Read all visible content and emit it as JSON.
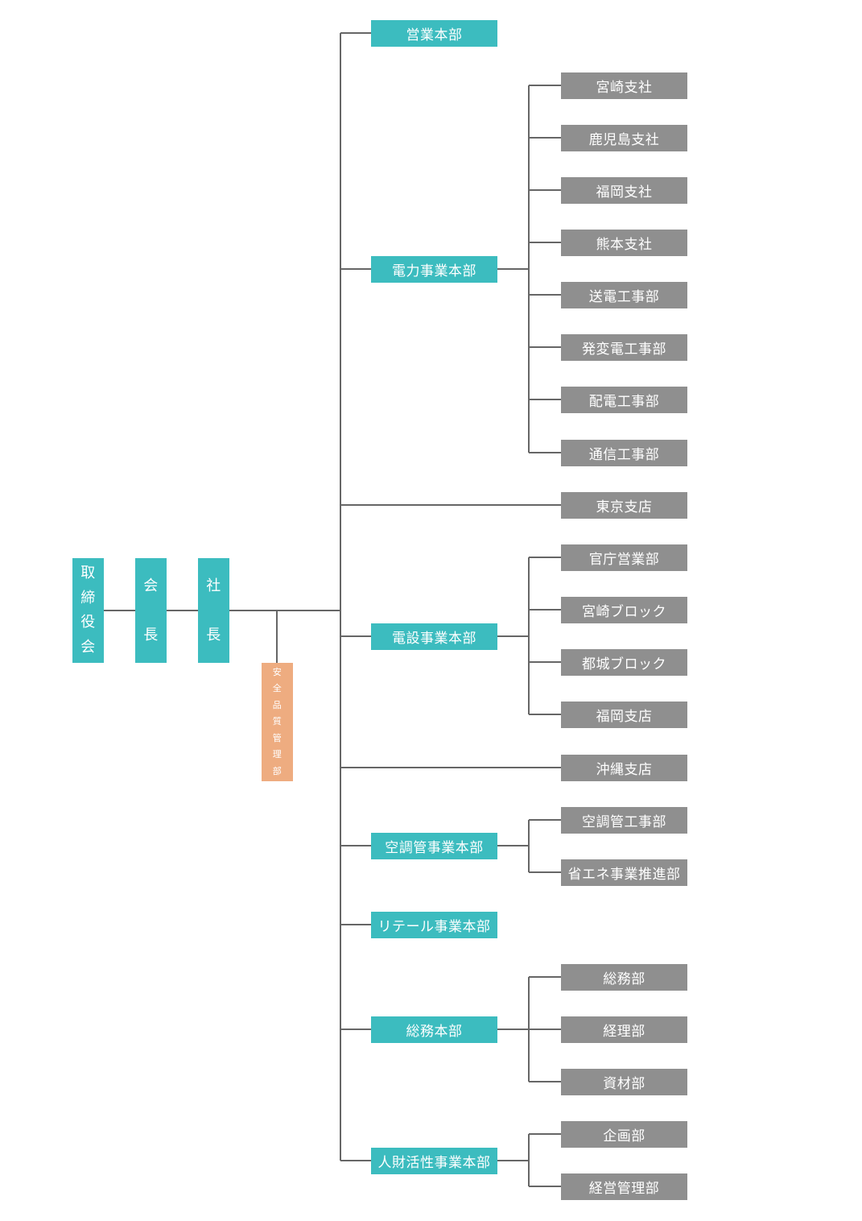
{
  "colors": {
    "primary_box": "#3cbcbf",
    "secondary_box": "#8f8f8f",
    "staff_box": "#eeac80",
    "connector": "#666666"
  },
  "executives": {
    "board": [
      "取",
      "締",
      "役",
      "会"
    ],
    "chairman": [
      "会",
      "長"
    ],
    "president": [
      "社",
      "長"
    ],
    "safety": [
      "安",
      "全",
      "品",
      "質",
      "管",
      "理",
      "部"
    ]
  },
  "headquarters": {
    "sales": "営業本部",
    "power": "電力事業本部",
    "construction": "電設事業本部",
    "hvac": "空調管事業本部",
    "retail": "リテール事業本部",
    "general_affairs": "総務本部",
    "hr": "人財活性事業本部"
  },
  "departments": {
    "power": [
      "宮崎支社",
      "鹿児島支社",
      "福岡支社",
      "熊本支社",
      "送電工事部",
      "発変電工事部",
      "配電工事部",
      "通信工事部"
    ],
    "tokyo": "東京支店",
    "construction": [
      "官庁営業部",
      "宮崎ブロック",
      "都城ブロック",
      "福岡支店"
    ],
    "okinawa": "沖縄支店",
    "hvac": [
      "空調管工事部",
      "省エネ事業推進部"
    ],
    "general_affairs": [
      "総務部",
      "経理部",
      "資材部"
    ],
    "hr": [
      "企画部",
      "経営管理部"
    ]
  }
}
